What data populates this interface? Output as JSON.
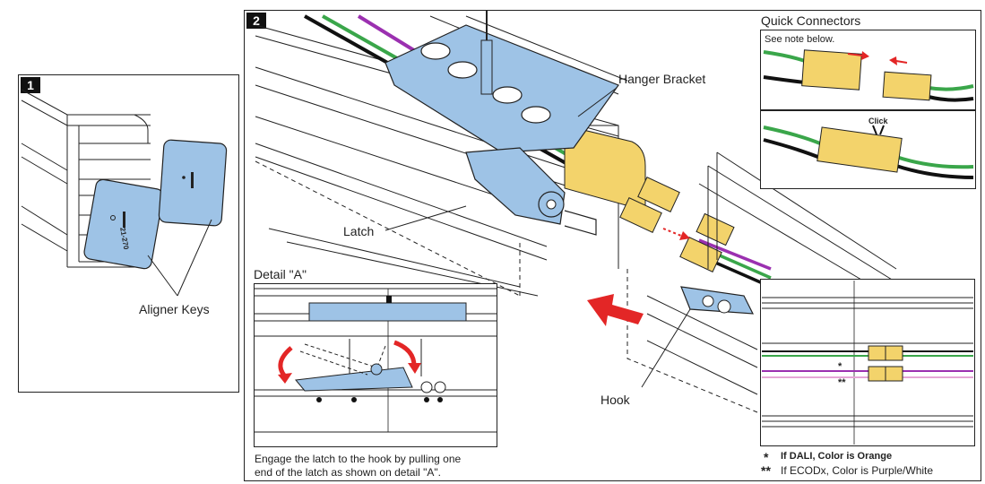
{
  "step1": {
    "number": "1",
    "aligner_label": "Aligner Keys",
    "key_text": "21-270"
  },
  "step2": {
    "number": "2",
    "hanger_label": "Hanger Bracket",
    "latch_label": "Latch",
    "hook_label": "Hook",
    "detail_title": "Detail \"A\"",
    "detail_note_line1": "Engage the latch to the hook by pulling one",
    "detail_note_line2": "end of the latch as shown on detail \"A\"."
  },
  "quick_connectors": {
    "title": "Quick Connectors",
    "see_note": "See note below.",
    "click_label": "Click"
  },
  "legend": {
    "single_star": "*",
    "double_star": "**",
    "dali_note": "If DALI, Color is Orange",
    "ecodx_note": "If ECODx, Color is Purple/White"
  },
  "colors": {
    "part_blue": "#9ec3e6",
    "connector_yellow": "#f3d36b",
    "wire_green": "#3aa64a",
    "wire_purple": "#9b30b0",
    "arrow_red": "#e32626",
    "line": "#222222"
  }
}
